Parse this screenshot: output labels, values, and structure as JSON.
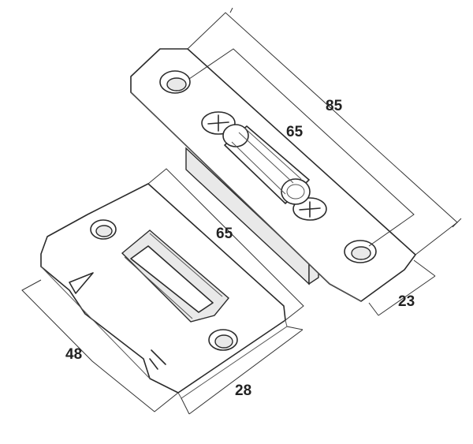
{
  "dimensions": {
    "latch_overall_length": "85",
    "latch_hole_spacing": "65",
    "latch_width": "23",
    "strike_hole_spacing": "65",
    "strike_length": "48",
    "strike_width": "28"
  },
  "colors": {
    "line": "#2b2b2b",
    "background": "#ffffff"
  }
}
